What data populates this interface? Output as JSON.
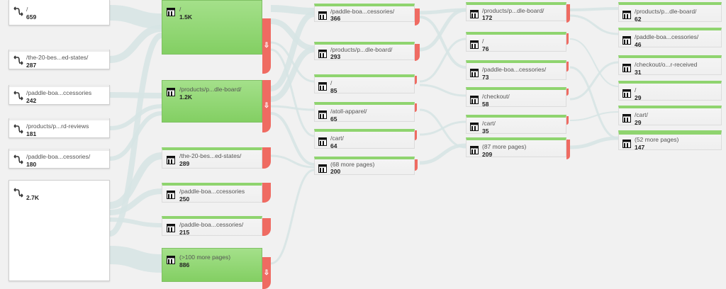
{
  "landing_pages": [
    {
      "label": "/",
      "count": "659"
    },
    {
      "label": "/the-20-bes...ed-states/",
      "count": "287"
    },
    {
      "label": "/paddle-boa...ccessories",
      "count": "242"
    },
    {
      "label": "/products/p...rd-reviews",
      "count": "181"
    },
    {
      "label": "/paddle-boa...cessories/",
      "count": "180"
    },
    {
      "label": "",
      "count": "2.7K"
    }
  ],
  "interaction_1": [
    {
      "label": "/",
      "count": "1.5K"
    },
    {
      "label": "/products/p...dle-board/",
      "count": "1.2K"
    },
    {
      "label": "/the-20-bes...ed-states/",
      "count": "289"
    },
    {
      "label": "/paddle-boa...ccessories",
      "count": "250"
    },
    {
      "label": "/paddle-boa...cessories/",
      "count": "215"
    },
    {
      "label": "(>100 more pages)",
      "count": "886"
    }
  ],
  "interaction_2": [
    {
      "label": "/paddle-boa...cessories/",
      "count": "366"
    },
    {
      "label": "/products/p...dle-board/",
      "count": "293"
    },
    {
      "label": "/",
      "count": "85"
    },
    {
      "label": "/atoll-apparel/",
      "count": "65"
    },
    {
      "label": "/cart/",
      "count": "64"
    },
    {
      "label": "(68 more pages)",
      "count": "200"
    }
  ],
  "interaction_3": [
    {
      "label": "/products/p...dle-board/",
      "count": "172"
    },
    {
      "label": "/",
      "count": "76"
    },
    {
      "label": "/paddle-boa...cessories/",
      "count": "73"
    },
    {
      "label": "/checkout/",
      "count": "58"
    },
    {
      "label": "/cart/",
      "count": "35"
    },
    {
      "label": "(87 more pages)",
      "count": "209"
    }
  ],
  "interaction_4": [
    {
      "label": "/products/p...dle-board/",
      "count": "62"
    },
    {
      "label": "/paddle-boa...cessories/",
      "count": "46"
    },
    {
      "label": "/checkout/o...r-received",
      "count": "31"
    },
    {
      "label": "/",
      "count": "29"
    },
    {
      "label": "/cart/",
      "count": "29"
    },
    {
      "label": "(52 more pages)",
      "count": "147"
    }
  ],
  "drop_arrow": "⇩",
  "colors": {
    "node_green": "#8fd46f",
    "dropoff_red": "#ef6b62",
    "flow": "#d6e4e4",
    "background": "#f1f1f1"
  }
}
